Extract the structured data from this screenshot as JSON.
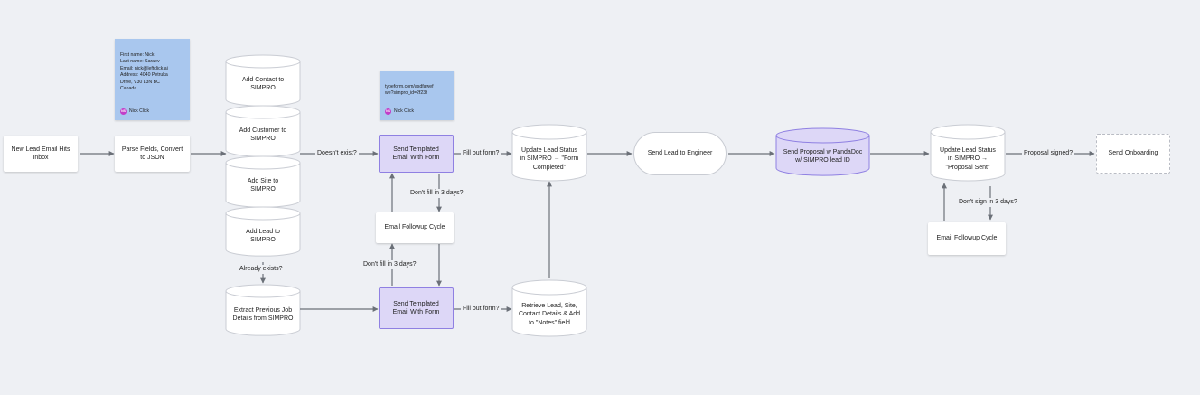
{
  "colors": {
    "background": "#eef0f4",
    "note": "#a9c7ee",
    "purple_fill": "#ddd7f7",
    "purple_stroke": "#8f80e2",
    "edge": "#6b7078",
    "avatar": "#c23ec8"
  },
  "nodes": {
    "new_lead": "New Lead Email Hits\nInbox",
    "parse_fields": "Parse Fields, Convert\nto JSON",
    "add_contact": "Add Contact to\nSIMPRO",
    "add_customer": "Add Customer to\nSIMPRO",
    "add_site": "Add Site to\nSIMPRO",
    "add_lead": "Add Lead to\nSIMPRO",
    "extract_prev": "Extract Previous Job\nDetails from SIMPRO",
    "send_form_top": "Send Templated\nEmail With Form",
    "followup_mid": "Email Followup Cycle",
    "send_form_bottom": "Send Templated\nEmail With Form",
    "update_completed": "Update Lead Status\nin SIMPRO → \"Form\nCompleted\"",
    "retrieve_lead": "Retrieve Lead, Site,\nContact Details & Add\nto \"Notes\" field",
    "send_engineer": "Send Lead to Engineer",
    "send_proposal": "Send Proposal w PandaDoc\nw/ SIMPRO lead ID",
    "update_sent": "Update Lead Status\nin SIMPRO →\n\"Proposal Sent\"",
    "followup_right": "Email Followup Cycle",
    "send_onboarding": "Send Onboarding"
  },
  "edge_labels": {
    "doesnt_exist": "Doesn't exist?",
    "fill_form_top": "Fill out form?",
    "dont_fill_top": "Don't fill in 3 days?",
    "dont_fill_bottom": "Don't fill in 3 days?",
    "fill_form_bottom": "Fill out form?",
    "already_exists": "Already exists?",
    "proposal_signed": "Proposal signed?",
    "dont_sign": "Don't sign in 3 days?"
  },
  "notes": {
    "note1": {
      "text": "First name: Nick\nLast name: Saraev\nEmail: nick@leftclick.ai\nAddress: 4040 Petruka\nDrive, V30 L3N BC\nCanada",
      "author": "Nick Click",
      "initials": "NS"
    },
    "note2": {
      "text": "typeform.com/asdfawef\nwe?simpro_id=2f23f",
      "author": "Nick Click",
      "initials": "NS"
    }
  }
}
